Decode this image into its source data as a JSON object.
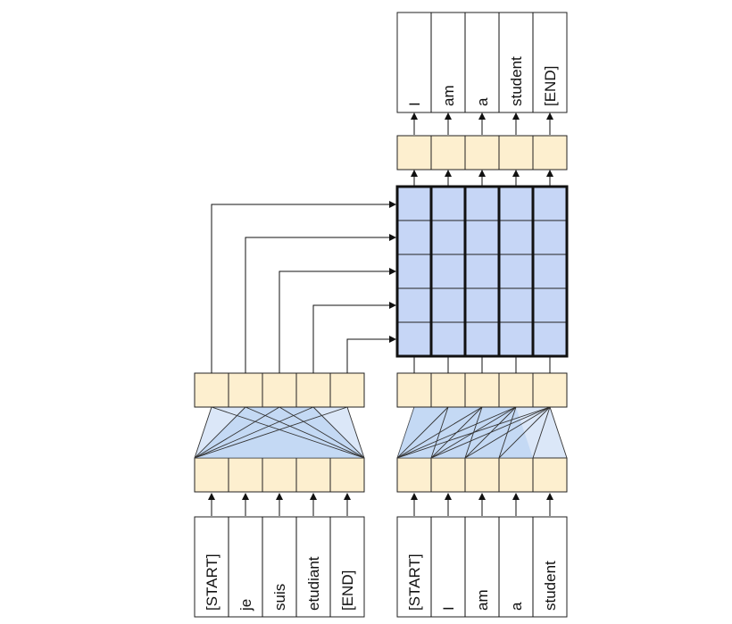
{
  "encoder": {
    "input_tokens": [
      "[START]",
      "je",
      "suis",
      "etudiant",
      "[END]"
    ]
  },
  "decoder": {
    "input_tokens": [
      "[START]",
      "I",
      "am",
      "a",
      "student"
    ],
    "output_tokens": [
      "I",
      "am",
      "a",
      "student",
      "[END]"
    ]
  },
  "attention": {
    "rows": 5,
    "cols": 5
  },
  "colors": {
    "embedding_fill": "#fdefcf",
    "attention_fill": "#c6d6f6",
    "fan_fill": "#a8c8f0",
    "stroke": "#222222"
  }
}
